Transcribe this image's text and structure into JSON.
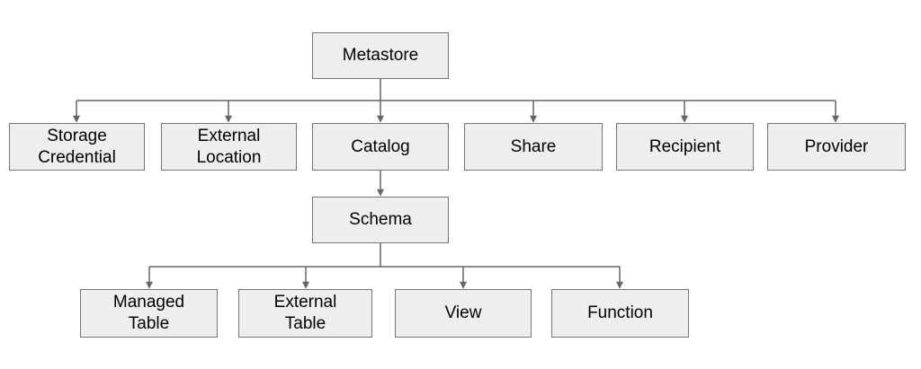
{
  "diagram": {
    "type": "hierarchy",
    "nodes": {
      "metastore": {
        "label": "Metastore"
      },
      "storage_credential": {
        "label": "Storage Credential"
      },
      "external_location": {
        "label": "External Location"
      },
      "catalog": {
        "label": "Catalog"
      },
      "share": {
        "label": "Share"
      },
      "recipient": {
        "label": "Recipient"
      },
      "provider": {
        "label": "Provider"
      },
      "schema": {
        "label": "Schema"
      },
      "managed_table": {
        "label": "Managed Table"
      },
      "external_table": {
        "label": "External Table"
      },
      "view": {
        "label": "View"
      },
      "function": {
        "label": "Function"
      }
    },
    "edges": [
      {
        "from": "metastore",
        "to": "storage_credential"
      },
      {
        "from": "metastore",
        "to": "external_location"
      },
      {
        "from": "metastore",
        "to": "catalog"
      },
      {
        "from": "metastore",
        "to": "share"
      },
      {
        "from": "metastore",
        "to": "recipient"
      },
      {
        "from": "metastore",
        "to": "provider"
      },
      {
        "from": "catalog",
        "to": "schema"
      },
      {
        "from": "schema",
        "to": "managed_table"
      },
      {
        "from": "schema",
        "to": "external_table"
      },
      {
        "from": "schema",
        "to": "view"
      },
      {
        "from": "schema",
        "to": "function"
      }
    ],
    "colors": {
      "node_fill": "#eeeeee",
      "node_border": "#757575",
      "connector": "#666666",
      "text": "#000000"
    }
  }
}
